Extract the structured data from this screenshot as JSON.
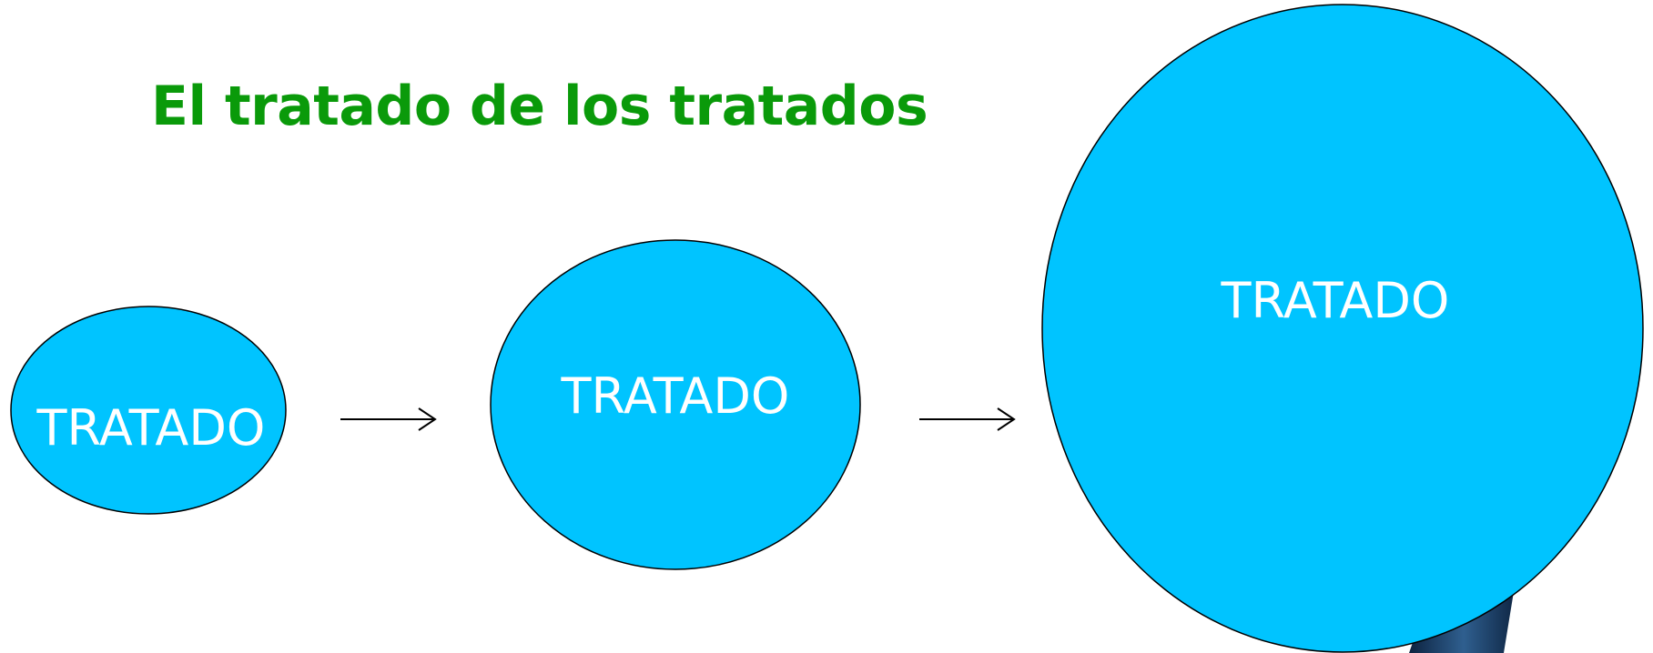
{
  "title": "El tratado de los tratados",
  "colors": {
    "title": "#0a9a0a",
    "node_fill": "#00c4ff",
    "node_stroke": "#000000",
    "label": "#ffffff",
    "arrow": "#000000",
    "corner_decoration": "#1a3a66"
  },
  "nodes": [
    {
      "label": "TRATADO"
    },
    {
      "label": "TRATADO"
    },
    {
      "label": "TRATADO"
    }
  ],
  "arrows": [
    {
      "from": 0,
      "to": 1
    },
    {
      "from": 1,
      "to": 2
    }
  ]
}
